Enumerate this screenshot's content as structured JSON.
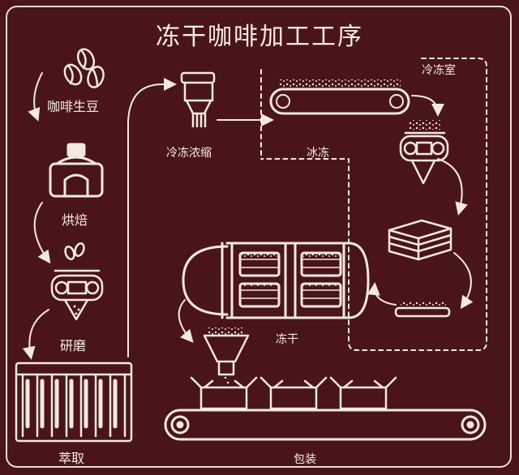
{
  "title": "冻干咖啡加工工序",
  "colors": {
    "background": "#4a1518",
    "line": "#f2e9df"
  },
  "steps": {
    "green_beans": "咖啡生豆",
    "roasting": "烘焙",
    "grinding": "研磨",
    "extraction": "萃取",
    "freeze_concentration": "冷冻浓缩",
    "freezing": "冰冻",
    "cold_room": "冷冻室",
    "freeze_drying": "冻干",
    "packaging": "包装"
  }
}
